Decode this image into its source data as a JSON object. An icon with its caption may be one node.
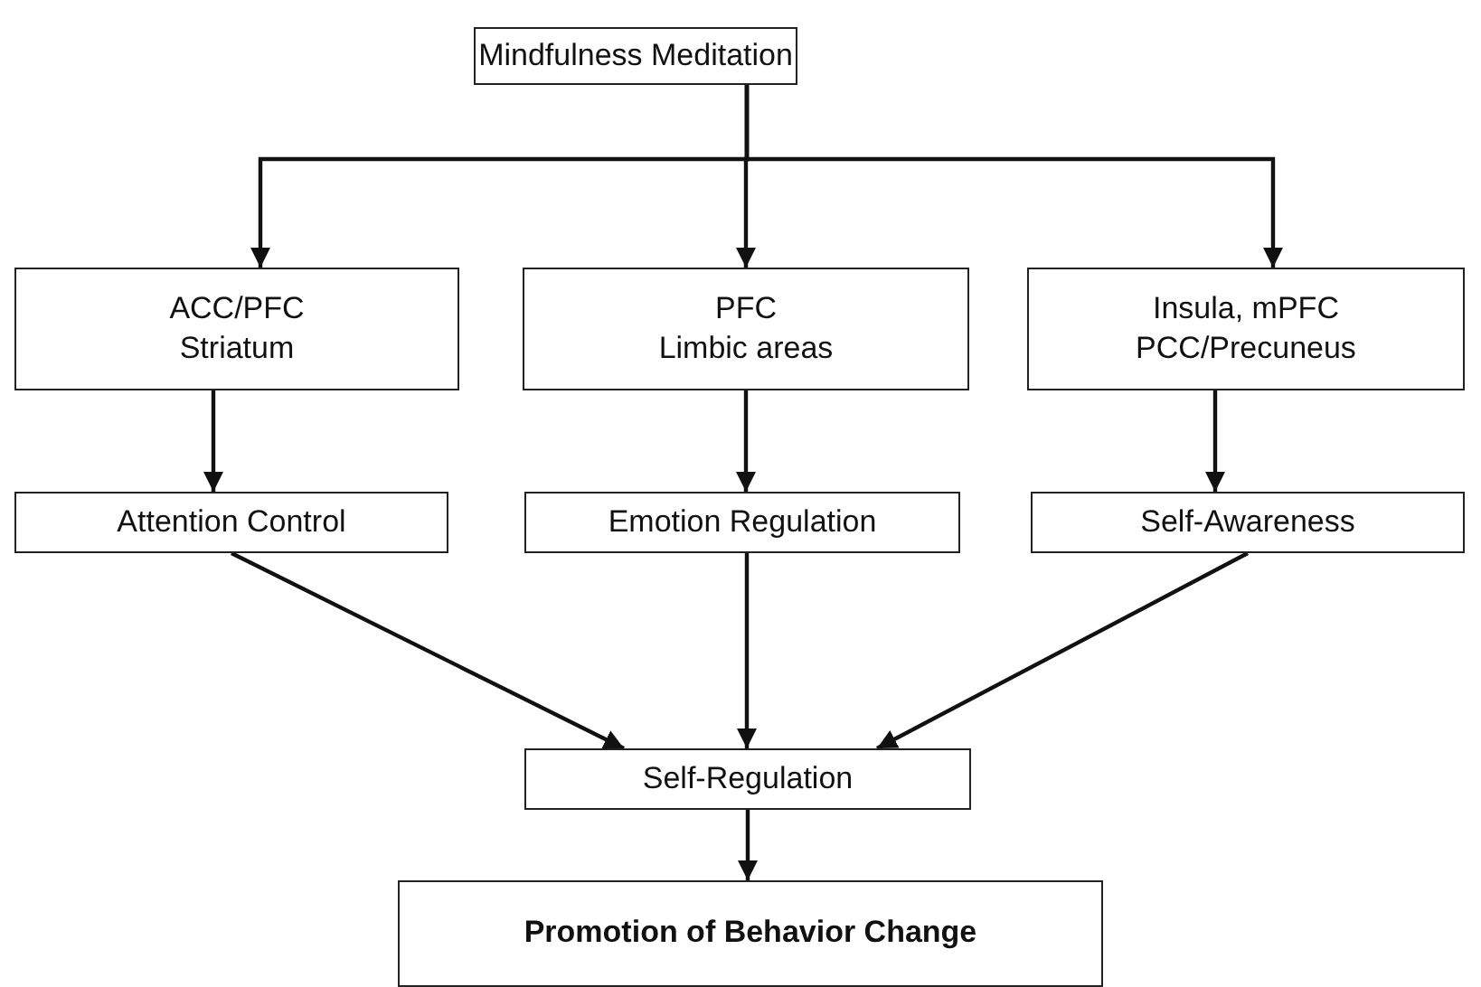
{
  "diagram": {
    "nodes": [
      {
        "text": [
          "Mindfulness Meditation"
        ]
      },
      {
        "text": [
          "ACC/PFC",
          "Striatum"
        ]
      },
      {
        "text": [
          "PFC",
          "Limbic areas"
        ]
      },
      {
        "text": [
          "Insula, mPFC",
          "PCC/Precuneus"
        ]
      },
      {
        "text": [
          "Attention Control"
        ]
      },
      {
        "text": [
          "Emotion Regulation"
        ]
      },
      {
        "text": [
          "Self-Awareness"
        ]
      },
      {
        "text": [
          "Self-Regulation"
        ]
      },
      {
        "text": [
          "Promotion of Behavior Change"
        ]
      }
    ],
    "edges": [
      {
        "from": 0,
        "to": 1,
        "arrow": "to"
      },
      {
        "from": 0,
        "to": 2,
        "arrow": "to"
      },
      {
        "from": 0,
        "to": 3,
        "arrow": "to"
      },
      {
        "from": 1,
        "to": 4,
        "arrow": "to"
      },
      {
        "from": 2,
        "to": 5,
        "arrow": "to"
      },
      {
        "from": 3,
        "to": 6,
        "arrow": "to"
      },
      {
        "from": 4,
        "to": 7,
        "arrow": "to"
      },
      {
        "from": 5,
        "to": 7,
        "arrow": "to"
      },
      {
        "from": 6,
        "to": 7,
        "arrow": "to"
      },
      {
        "from": 7,
        "to": 8,
        "arrow": "to"
      }
    ]
  }
}
